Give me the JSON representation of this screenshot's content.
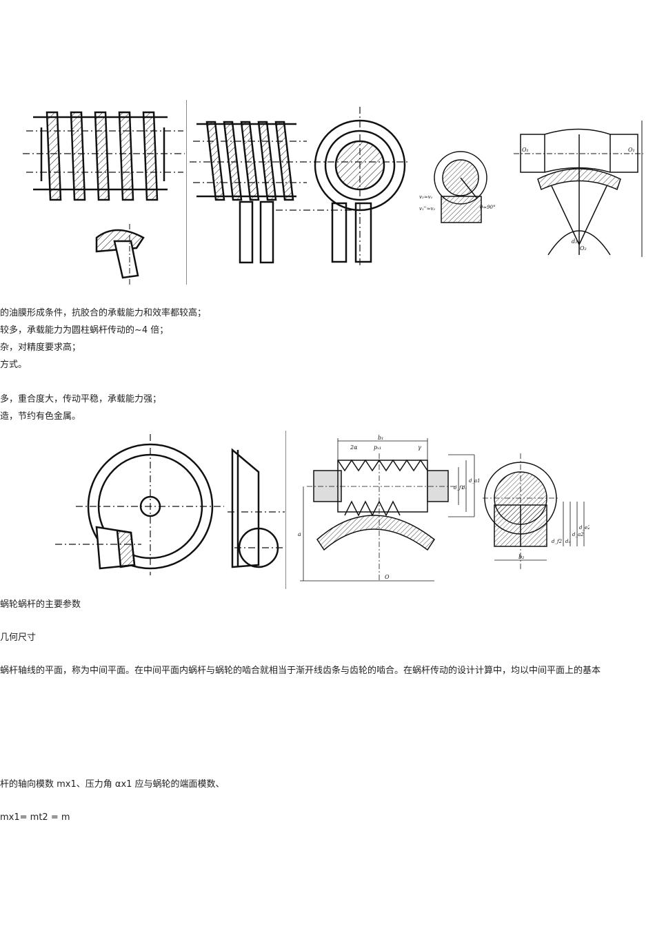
{
  "text_lines": [
    "的油膜形成条件，抗胶合的承载能力和效率都较高；",
    "较多，承载能力为圆柱蜗杆传动的~4 倍；",
    "杂，对精度要求高；",
    "方式。",
    "多，重合度大，传动平稳，承载能力强；",
    "造，节约有色金属。",
    "蜗轮蜗杆的主要参数",
    "几何尺寸",
    "蜗杆轴线的平面，称为中间平面。在中间平面内蜗杆与蜗轮的啮合就相当于渐开线齿条与齿轮的啮合。在蜗杆传动的设计计算中，均以中间平面上的基本",
    "杆的轴向模数 mx1、压力角 αx1 应与蜗轮的端面模数、",
    "mx1= mt2 = m"
  ],
  "figures": {
    "fig3_labels": {
      "v2": "v₂≈v₁",
      "vs": "v₁''≈v₂",
      "theta": "θ≈90°"
    },
    "fig4_labels": {
      "o1_left": "O₁",
      "o1_right": "O₁",
      "o2": "O₂",
      "d2": "d₂"
    },
    "fig6_labels": {
      "b1": "b₁",
      "two_alpha": "2α",
      "px1": "pₓ₁",
      "gamma": "γ",
      "df1": "d_f1",
      "d1": "d₁",
      "da1": "d_a1",
      "a": "a",
      "o": "O",
      "df2": "d_f2",
      "d2": "d₂",
      "da2": "d_a2",
      "de2": "d_e2",
      "b2": "b₂"
    }
  },
  "colors": {
    "ink": "#111111",
    "text": "#222222",
    "background": "#ffffff"
  }
}
